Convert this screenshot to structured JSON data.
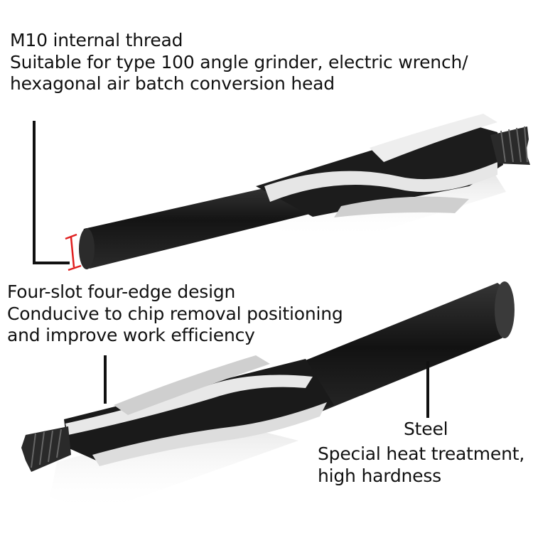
{
  "annotations": {
    "thread": {
      "line1": "M10 internal thread",
      "line2": "Suitable for type 100 angle grinder, electric wrench/",
      "line3": "hexagonal air batch conversion head"
    },
    "design": {
      "line1": "Four-slot four-edge design",
      "line2": "Conducive to chip removal positioning",
      "line3": "and improve work efficiency"
    },
    "material": {
      "line1": "Steel",
      "line2": "Special heat treatment,",
      "line3": "high hardness"
    }
  },
  "colors": {
    "shank": "#1a1a1a",
    "flute_edge": "#e4e4e4",
    "reflection": "#d9d9d9",
    "leader_line": "#111111",
    "dimension_mark": "#e02020",
    "text": "#111111"
  }
}
